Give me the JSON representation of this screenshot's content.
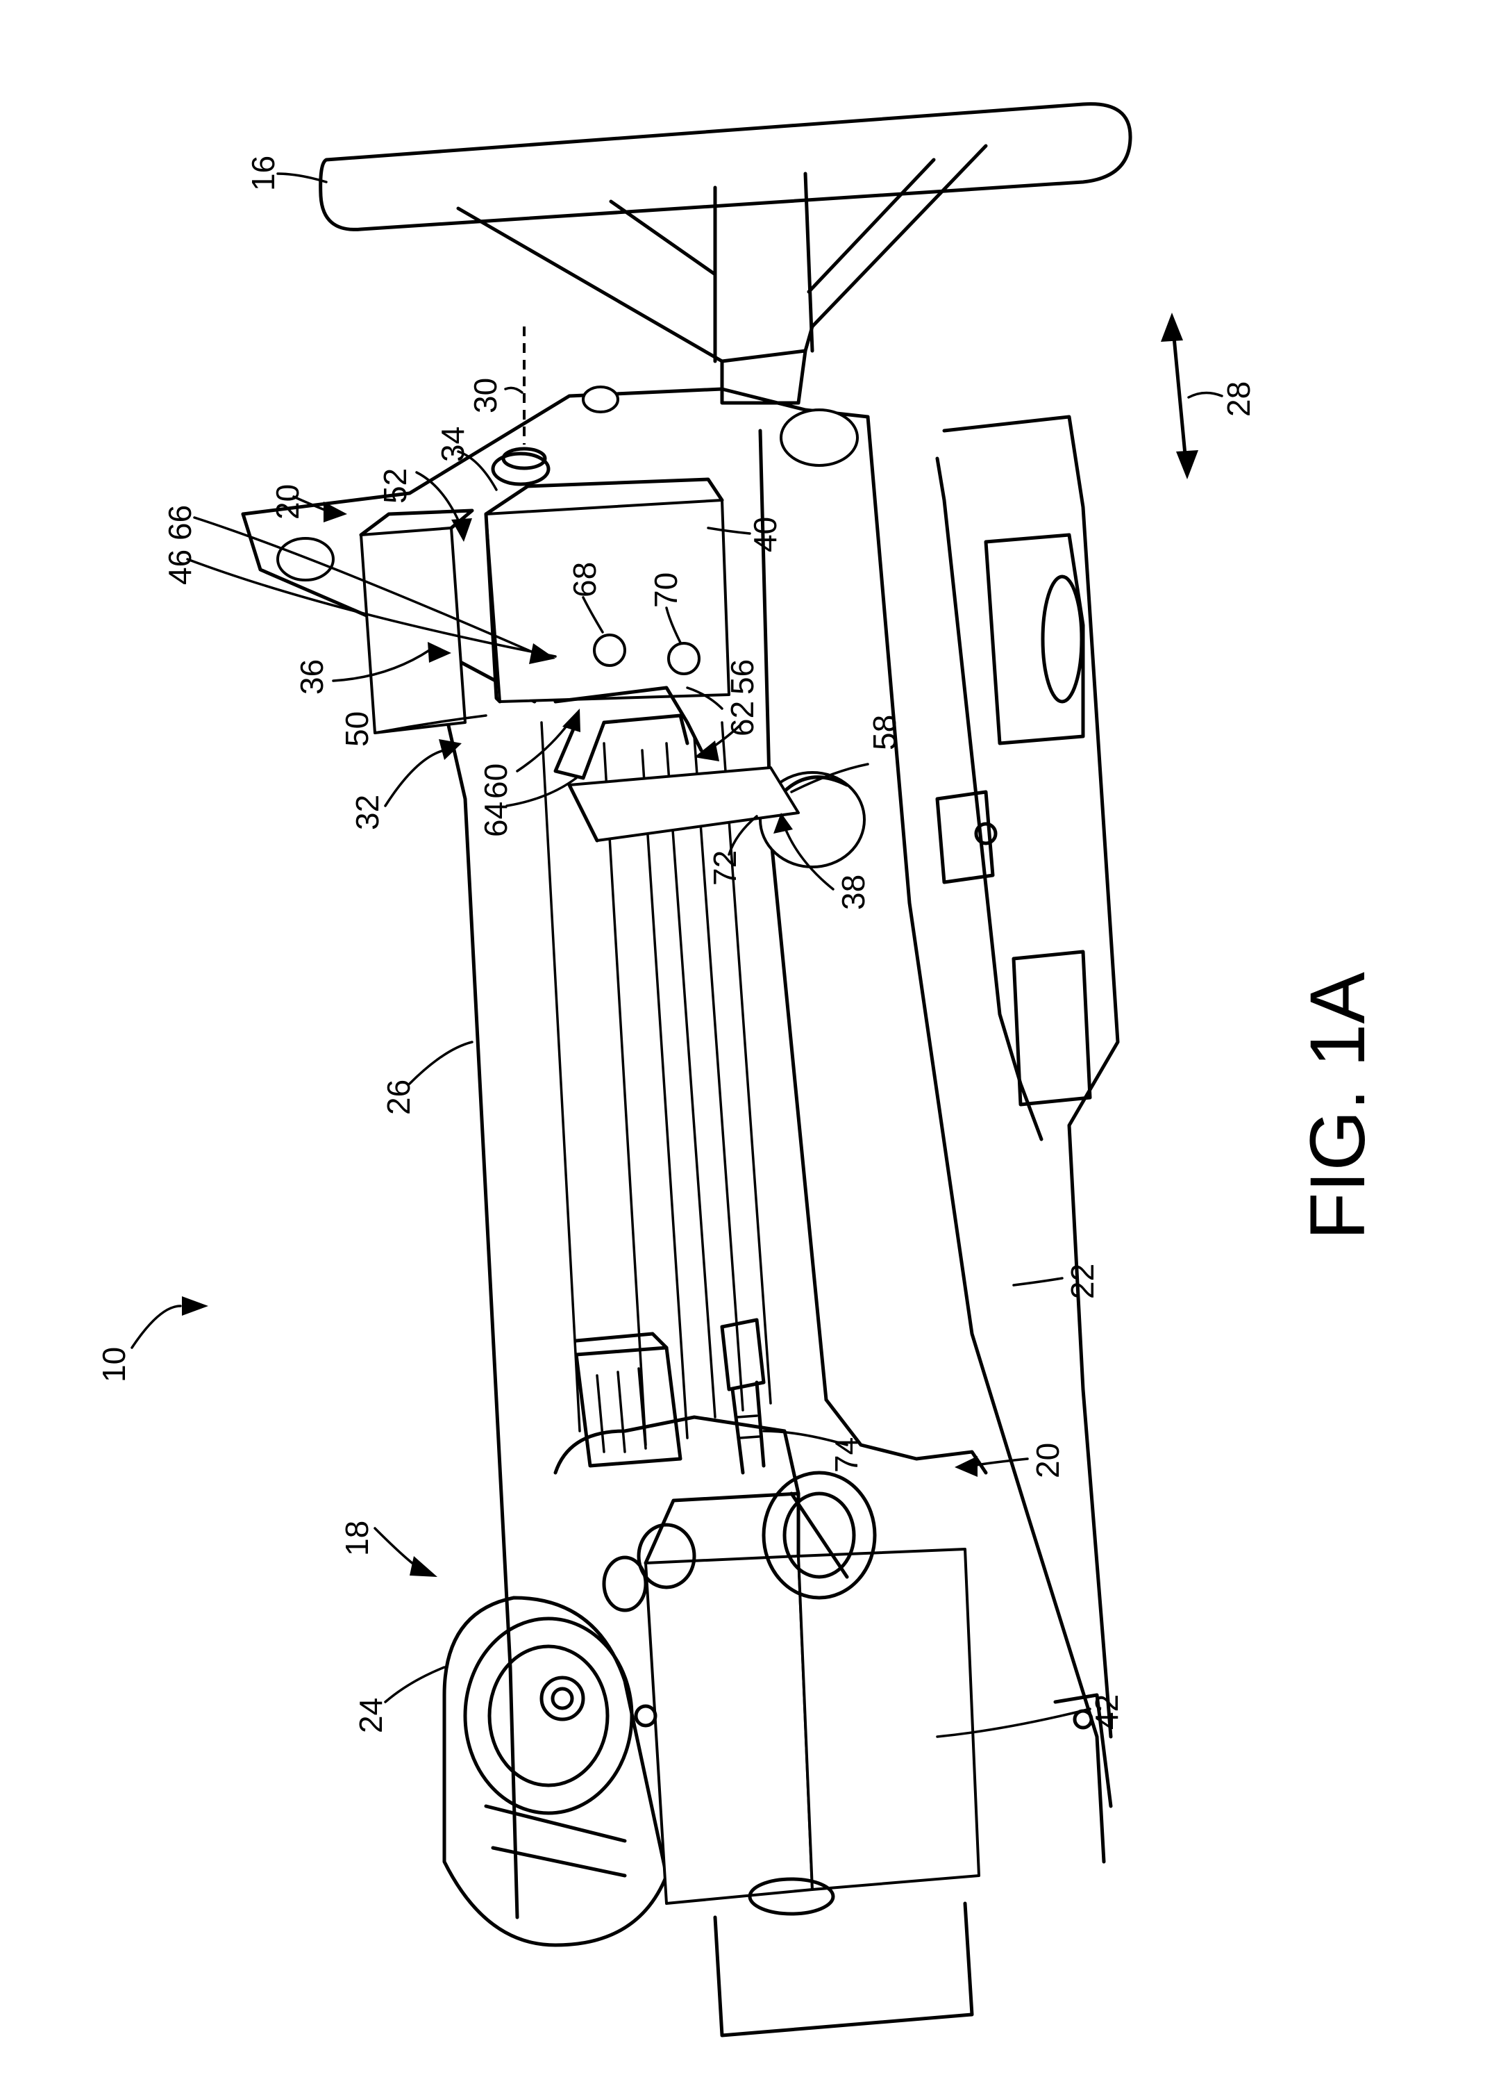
{
  "figure": {
    "title": "FIG. 1A"
  },
  "reference_numerals": [
    {
      "id": "n16",
      "text": "16"
    },
    {
      "id": "n30",
      "text": "30"
    },
    {
      "id": "n28",
      "text": "28"
    },
    {
      "id": "n52",
      "text": "52"
    },
    {
      "id": "n34",
      "text": "34"
    },
    {
      "id": "n20a",
      "text": "20"
    },
    {
      "id": "n66",
      "text": "66"
    },
    {
      "id": "n46",
      "text": "46"
    },
    {
      "id": "n68",
      "text": "68"
    },
    {
      "id": "n70",
      "text": "70"
    },
    {
      "id": "n40",
      "text": "40"
    },
    {
      "id": "n36",
      "text": "36"
    },
    {
      "id": "n50",
      "text": "50"
    },
    {
      "id": "n56",
      "text": "56"
    },
    {
      "id": "n62",
      "text": "62"
    },
    {
      "id": "n58",
      "text": "58"
    },
    {
      "id": "n32",
      "text": "32"
    },
    {
      "id": "n60",
      "text": "60"
    },
    {
      "id": "n64",
      "text": "64"
    },
    {
      "id": "n72",
      "text": "72"
    },
    {
      "id": "n38",
      "text": "38"
    },
    {
      "id": "n26",
      "text": "26"
    },
    {
      "id": "n10",
      "text": "10"
    },
    {
      "id": "n22",
      "text": "22"
    },
    {
      "id": "n74",
      "text": "74"
    },
    {
      "id": "n20b",
      "text": "20"
    },
    {
      "id": "n18",
      "text": "18"
    },
    {
      "id": "n24",
      "text": "24"
    },
    {
      "id": "n42",
      "text": "42"
    }
  ]
}
